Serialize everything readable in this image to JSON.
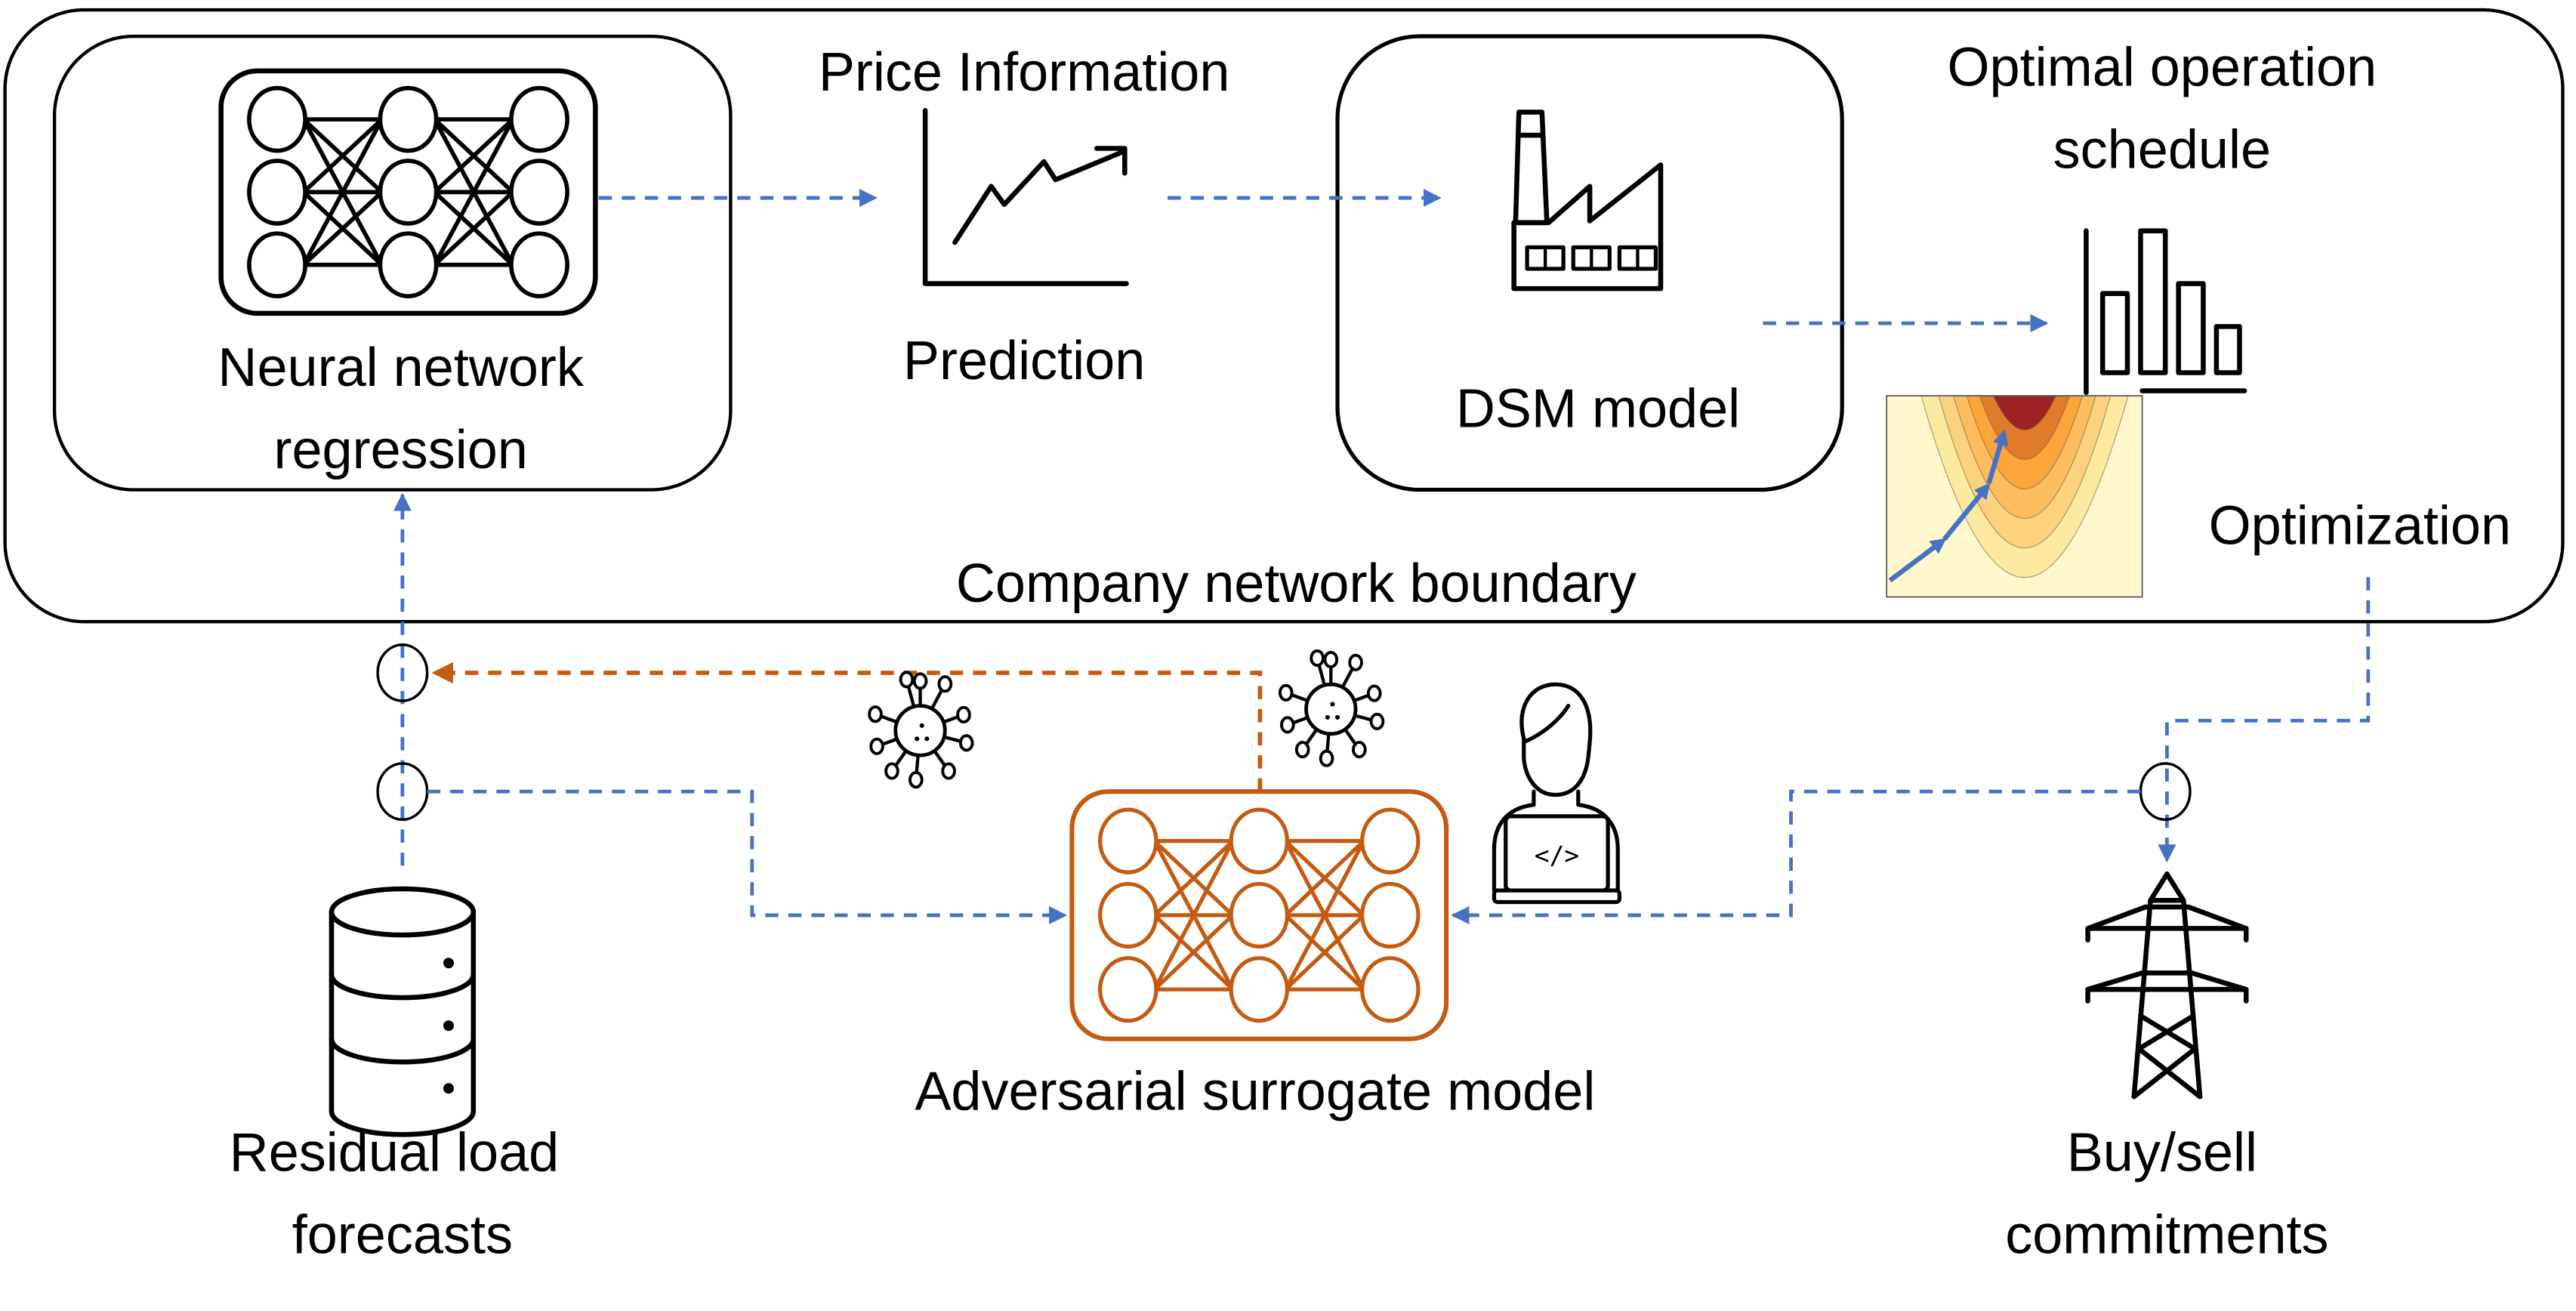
{
  "diagram": {
    "title": "Company network boundary",
    "colors": {
      "line": "#000000",
      "data_flow": "#4472c4",
      "attack_flow": "#c55a11",
      "contour_levels": [
        "#fff8cc",
        "#fde9a0",
        "#fdd27f",
        "#fdbd5e",
        "#fba53a",
        "#e07b2a",
        "#9e2222"
      ]
    },
    "nodes": {
      "nn_regression": {
        "label_line1": "Neural network",
        "label_line2": "regression",
        "icon": "neural-network-icon"
      },
      "price": {
        "label_top": "Price Information",
        "label_bottom": "Prediction",
        "icon": "line-chart-trend-icon"
      },
      "dsm": {
        "label": "DSM model",
        "icon": "factory-icon"
      },
      "schedule": {
        "label_line1": "Optimal operation",
        "label_line2": "schedule",
        "icon": "bar-chart-icon"
      },
      "optimization": {
        "label": "Optimization",
        "icon": "contour-plot-icon"
      },
      "residual": {
        "label_line1": "Residual load",
        "label_line2": "forecasts",
        "icon": "database-icon"
      },
      "surrogate": {
        "label": "Adversarial surrogate model",
        "icon": "neural-network-icon"
      },
      "attacker": {
        "icon": "hacker-laptop-icon",
        "code_glyph": "</>"
      },
      "market": {
        "label_line1": "Buy/sell",
        "label_line2": "commitments",
        "icon": "transmission-tower-icon"
      },
      "malware": [
        {
          "icon": "virus-icon"
        },
        {
          "icon": "virus-icon"
        }
      ]
    },
    "edges": [
      {
        "from": "nn_regression",
        "to": "price",
        "style": "data_flow"
      },
      {
        "from": "price",
        "to": "dsm",
        "style": "data_flow"
      },
      {
        "from": "dsm",
        "to": "schedule",
        "style": "data_flow"
      },
      {
        "from": "residual",
        "to": "nn_regression",
        "style": "data_flow"
      },
      {
        "from": "residual",
        "to": "surrogate",
        "style": "data_flow"
      },
      {
        "from": "optimization",
        "to": "market",
        "style": "data_flow"
      },
      {
        "from": "market",
        "to": "surrogate",
        "style": "data_flow"
      },
      {
        "from": "surrogate",
        "to": "residual",
        "style": "attack_flow"
      }
    ]
  }
}
